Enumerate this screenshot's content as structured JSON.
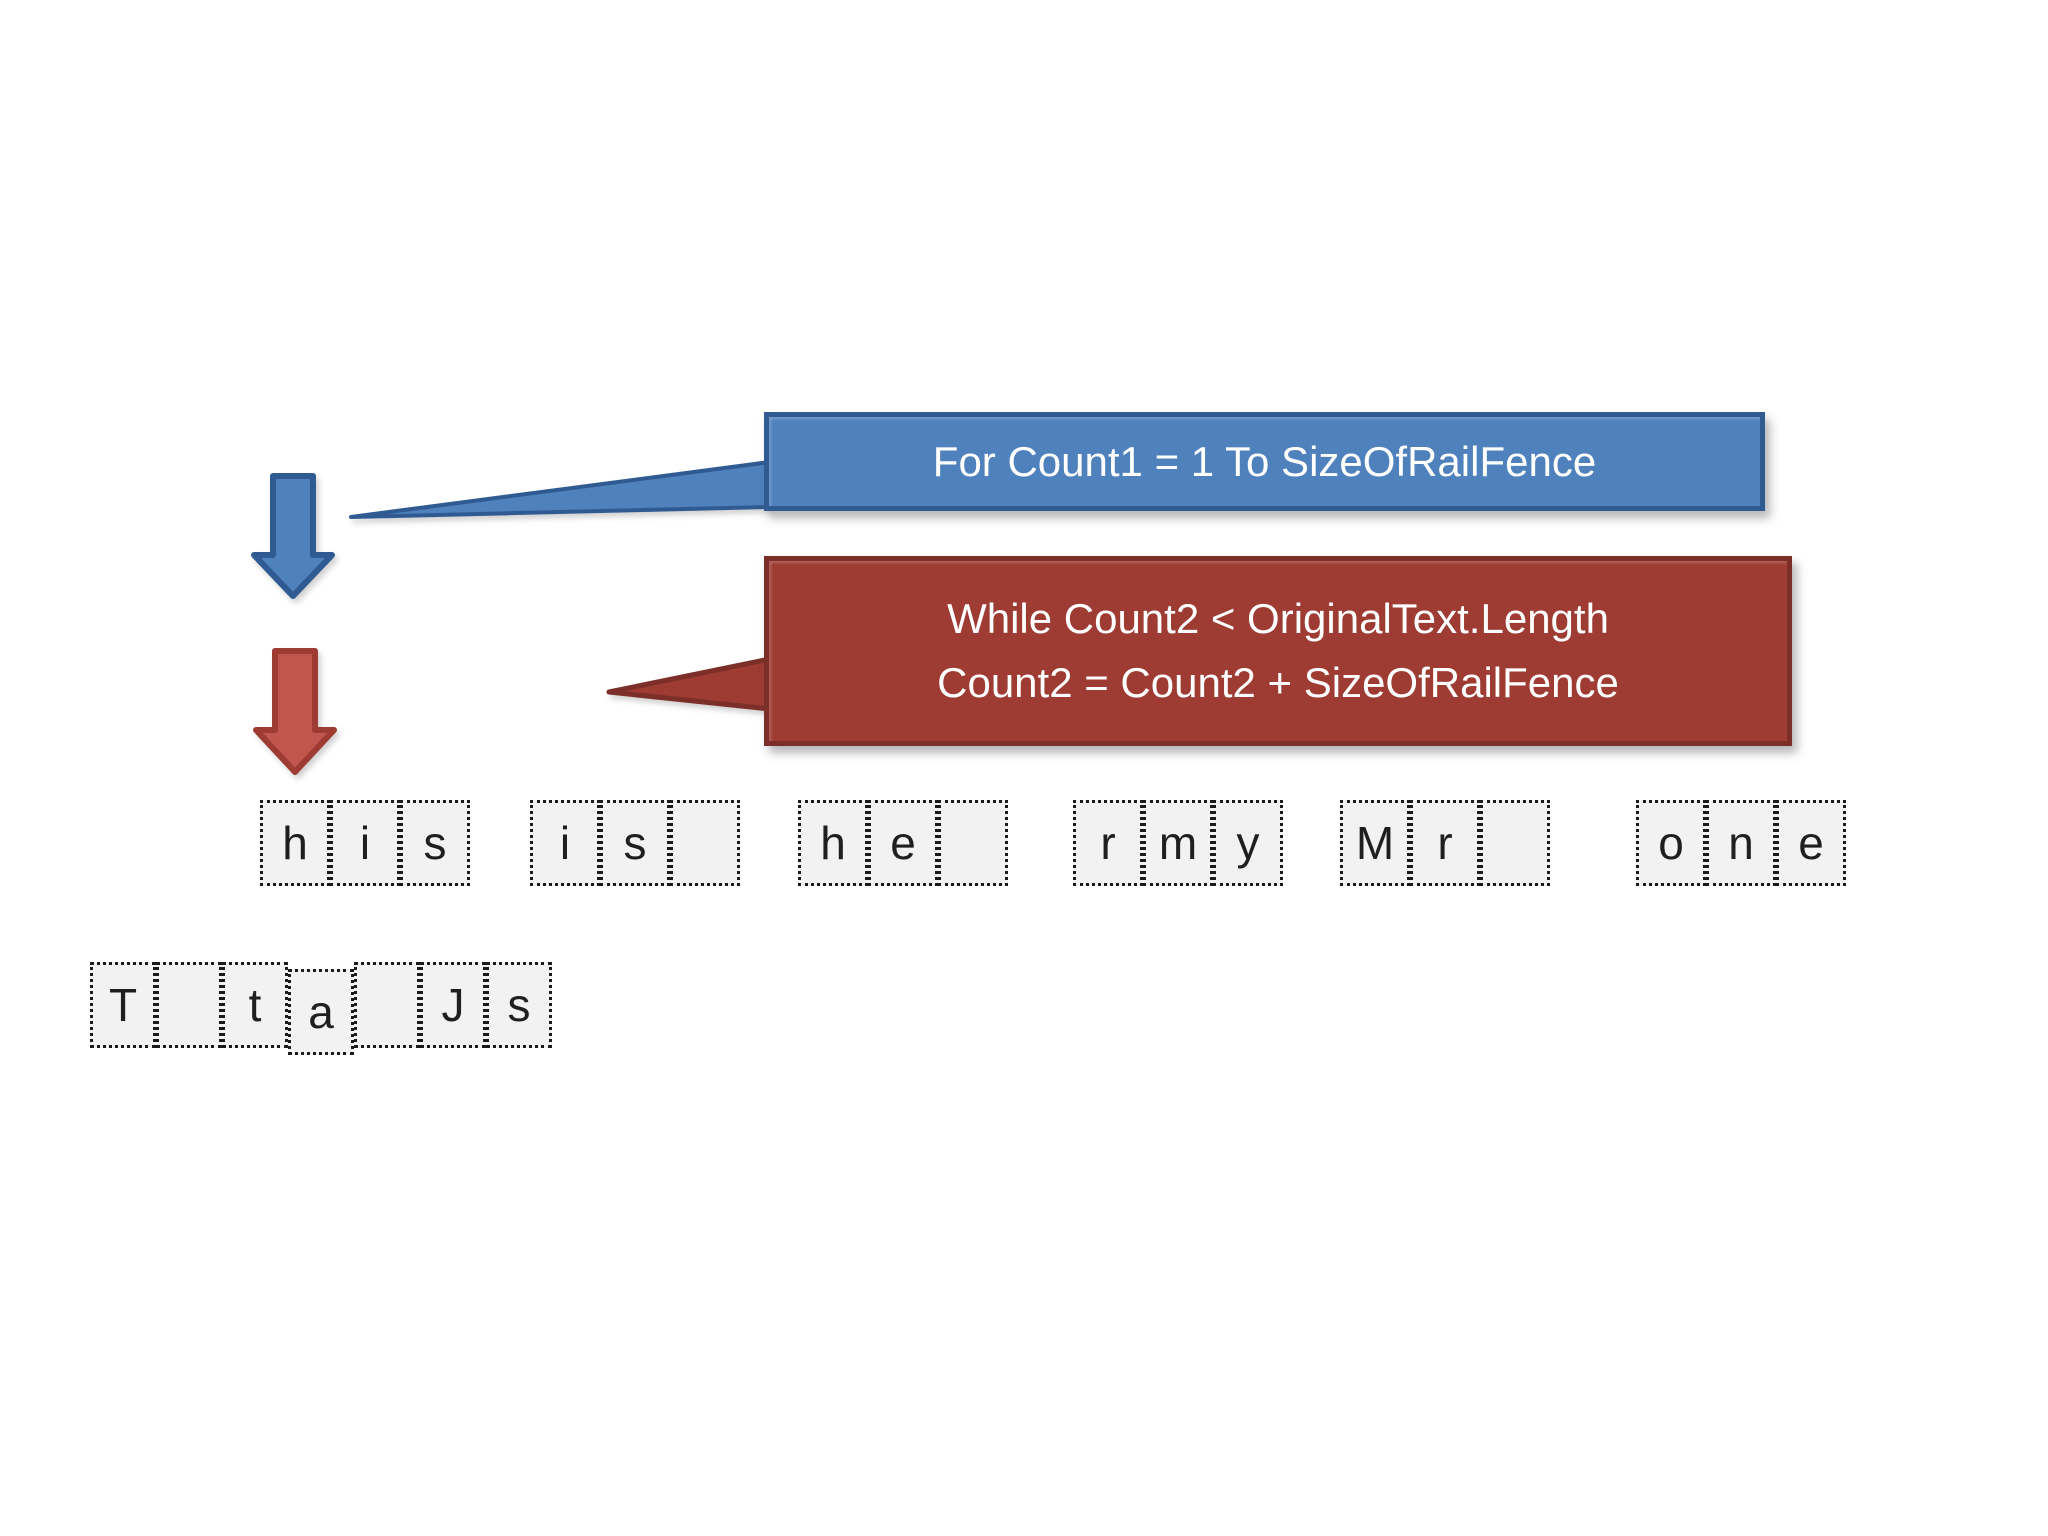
{
  "colors": {
    "blue_fill": "#4f81bd",
    "blue_border": "#2f5b92",
    "red_box_fill": "#9e3b33",
    "red_box_border": "#7c2f28",
    "red_arrow_fill": "#c0564e",
    "red_arrow_border": "#9e3b33",
    "cell_fill": "#f2f2f2",
    "cell_border_color": "#1b1b1b"
  },
  "callouts": {
    "for_loop": {
      "text": "For Count1 = 1 To SizeOfRailFence"
    },
    "while_loop": {
      "line1": "While Count2 < OriginalText.Length",
      "line2": "Count2 = Count2 + SizeOfRailFence"
    }
  },
  "rails": {
    "row1_groups": [
      {
        "cells": [
          "h",
          "i",
          "s"
        ]
      },
      {
        "cells": [
          "i",
          "s",
          ""
        ]
      },
      {
        "cells": [
          "h",
          "e",
          ""
        ]
      },
      {
        "cells": [
          "r",
          "m",
          "y"
        ]
      },
      {
        "cells": [
          "M",
          "r",
          ""
        ]
      },
      {
        "cells": [
          "o",
          "n",
          "e"
        ]
      }
    ],
    "row2_cells": [
      "T",
      "",
      "t",
      "a",
      "",
      "J",
      "s"
    ]
  }
}
